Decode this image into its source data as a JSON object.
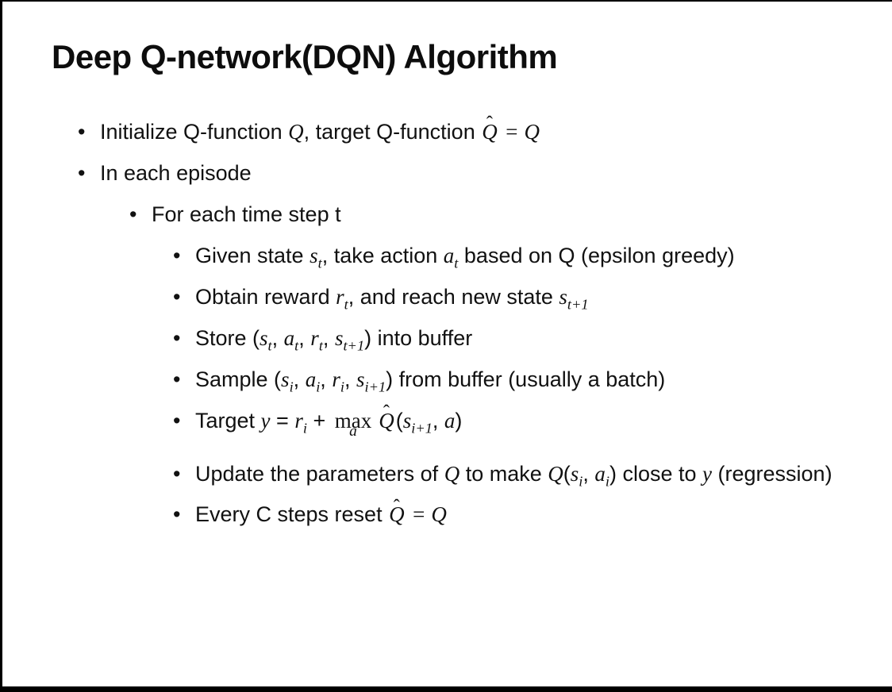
{
  "slide": {
    "title": "Deep Q-network(DQN) Algorithm",
    "bullet_char": "•",
    "colors": {
      "text": "#111111",
      "background": "#ffffff",
      "frame": "#000000"
    },
    "bullets": [
      {
        "level": 1,
        "segments": [
          {
            "t": "text",
            "s": "Initialize Q-function "
          },
          {
            "t": "math",
            "s": "Q"
          },
          {
            "t": "text",
            "s": ", target Q-function "
          },
          {
            "t": "mhat",
            "base": "Q"
          },
          {
            "t": "math",
            "s": " = Q"
          }
        ]
      },
      {
        "level": 1,
        "segments": [
          {
            "t": "text",
            "s": "In each episode"
          }
        ]
      },
      {
        "level": 2,
        "segments": [
          {
            "t": "text",
            "s": "For each time step t"
          }
        ]
      },
      {
        "level": 3,
        "segments": [
          {
            "t": "text",
            "s": "Given state "
          },
          {
            "t": "msub",
            "base": "s",
            "sub": "t"
          },
          {
            "t": "text",
            "s": ", take action "
          },
          {
            "t": "msub",
            "base": "a",
            "sub": "t"
          },
          {
            "t": "text",
            "s": " based on Q (epsilon greedy)"
          }
        ]
      },
      {
        "level": 3,
        "segments": [
          {
            "t": "text",
            "s": "Obtain reward "
          },
          {
            "t": "msub",
            "base": "r",
            "sub": "t"
          },
          {
            "t": "text",
            "s": ", and reach new state "
          },
          {
            "t": "msub",
            "base": "s",
            "sub": "t+1"
          }
        ]
      },
      {
        "level": 3,
        "segments": [
          {
            "t": "text",
            "s": "Store ("
          },
          {
            "t": "msub",
            "base": "s",
            "sub": "t"
          },
          {
            "t": "text",
            "s": ", "
          },
          {
            "t": "msub",
            "base": "a",
            "sub": "t"
          },
          {
            "t": "text",
            "s": ", "
          },
          {
            "t": "msub",
            "base": "r",
            "sub": "t"
          },
          {
            "t": "text",
            "s": ", "
          },
          {
            "t": "msub",
            "base": "s",
            "sub": "t+1"
          },
          {
            "t": "text",
            "s": ") into buffer"
          }
        ]
      },
      {
        "level": 3,
        "segments": [
          {
            "t": "text",
            "s": "Sample ("
          },
          {
            "t": "msub",
            "base": "s",
            "sub": "i"
          },
          {
            "t": "text",
            "s": ", "
          },
          {
            "t": "msub",
            "base": "a",
            "sub": "i"
          },
          {
            "t": "text",
            "s": ", "
          },
          {
            "t": "msub",
            "base": "r",
            "sub": "i"
          },
          {
            "t": "text",
            "s": ", "
          },
          {
            "t": "msub",
            "base": "s",
            "sub": "i+1"
          },
          {
            "t": "text",
            "s": ") from buffer (usually a batch)"
          }
        ]
      },
      {
        "level": 3,
        "segments": [
          {
            "t": "text",
            "s": "Target "
          },
          {
            "t": "math",
            "s": "y"
          },
          {
            "t": "text",
            "s": " = "
          },
          {
            "t": "msub",
            "base": "r",
            "sub": "i"
          },
          {
            "t": "text",
            "s": " + "
          },
          {
            "t": "maxunder",
            "top": "max",
            "bottom": "a"
          },
          {
            "t": "mhat",
            "base": "Q"
          },
          {
            "t": "text",
            "s": "("
          },
          {
            "t": "msub",
            "base": "s",
            "sub": "i+1"
          },
          {
            "t": "text",
            "s": ", "
          },
          {
            "t": "math",
            "s": "a"
          },
          {
            "t": "text",
            "s": ")"
          }
        ]
      },
      {
        "level": 3,
        "segments": [
          {
            "t": "text",
            "s": "Update the parameters of "
          },
          {
            "t": "math",
            "s": "Q"
          },
          {
            "t": "text",
            "s": " to make "
          },
          {
            "t": "math",
            "s": "Q"
          },
          {
            "t": "text",
            "s": "("
          },
          {
            "t": "msub",
            "base": "s",
            "sub": "i"
          },
          {
            "t": "text",
            "s": ", "
          },
          {
            "t": "msub",
            "base": "a",
            "sub": "i"
          },
          {
            "t": "text",
            "s": ") close to "
          },
          {
            "t": "math",
            "s": "y"
          },
          {
            "t": "text",
            "s": " (regression)"
          }
        ]
      },
      {
        "level": 3,
        "segments": [
          {
            "t": "text",
            "s": "Every C steps reset "
          },
          {
            "t": "mhat",
            "base": "Q"
          },
          {
            "t": "math",
            "s": " = Q"
          }
        ]
      }
    ]
  }
}
